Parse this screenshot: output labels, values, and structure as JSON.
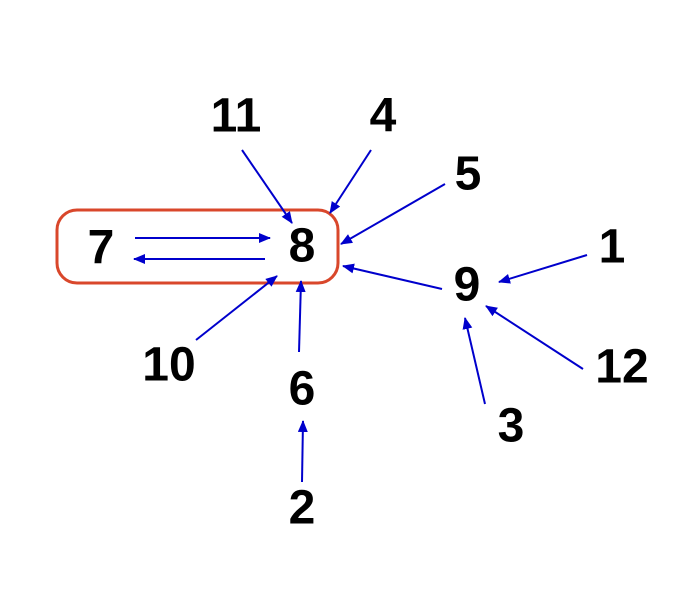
{
  "nodes": [
    {
      "id": "n1",
      "label": "1"
    },
    {
      "id": "n2",
      "label": "2"
    },
    {
      "id": "n3",
      "label": "3"
    },
    {
      "id": "n4",
      "label": "4"
    },
    {
      "id": "n5",
      "label": "5"
    },
    {
      "id": "n6",
      "label": "6"
    },
    {
      "id": "n7",
      "label": "7"
    },
    {
      "id": "n8",
      "label": "8"
    },
    {
      "id": "n9",
      "label": "9"
    },
    {
      "id": "n10",
      "label": "10"
    },
    {
      "id": "n11",
      "label": "11"
    },
    {
      "id": "n12",
      "label": "12"
    }
  ],
  "edges": [
    {
      "from": "7",
      "to": "8"
    },
    {
      "from": "8",
      "to": "7"
    },
    {
      "from": "11",
      "to": "8"
    },
    {
      "from": "4",
      "to": "8"
    },
    {
      "from": "5",
      "to": "8"
    },
    {
      "from": "9",
      "to": "8"
    },
    {
      "from": "10",
      "to": "8"
    },
    {
      "from": "6",
      "to": "8"
    },
    {
      "from": "2",
      "to": "6"
    },
    {
      "from": "1",
      "to": "9"
    },
    {
      "from": "12",
      "to": "9"
    },
    {
      "from": "3",
      "to": "9"
    }
  ],
  "colors": {
    "arrow": "#0000cc",
    "group_outline": "#d9472b",
    "label": "#000000"
  },
  "group": {
    "members": [
      "7",
      "8"
    ]
  }
}
